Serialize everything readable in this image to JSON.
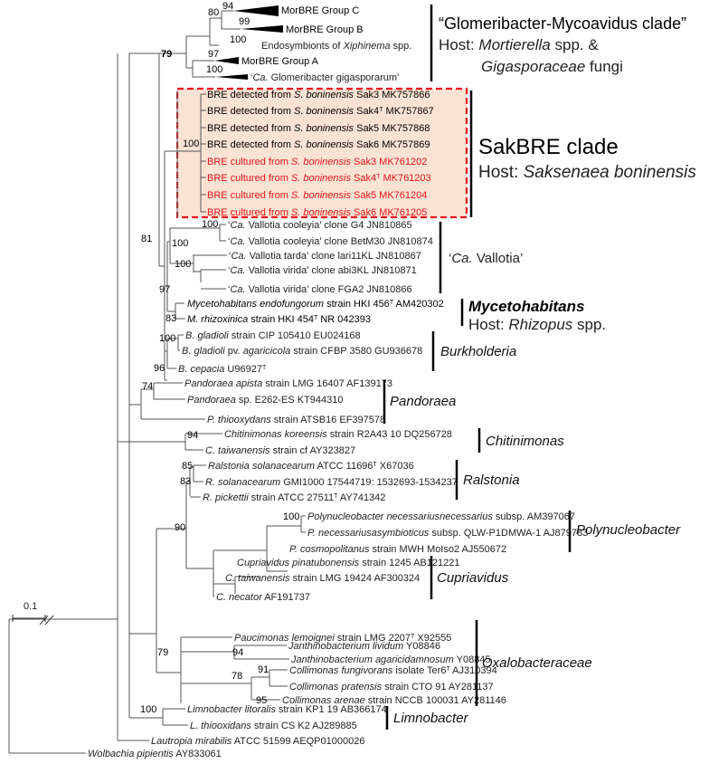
{
  "scale_label": "0.1",
  "taxa": {
    "morbre_c": "MorBRE Group C",
    "morbre_b": "MorBRE Group B",
    "xiphinema": [
      "Endosymbionts of ",
      "Xiphinema",
      " spp."
    ],
    "morbre_a": "MorBRE Group A",
    "glomeribacter": [
      "‘",
      "Ca.",
      " Glomeribacter gigasporarum’"
    ],
    "sakbre": [
      {
        "pre": "BRE detected from ",
        "sp": "S. boninensis",
        "post": " Sak3",
        "sup": "",
        "acc": " MK757866"
      },
      {
        "pre": "BRE detected from ",
        "sp": "S. boninensis",
        "post": " Sak4",
        "sup": "T",
        "acc": " MK757867"
      },
      {
        "pre": "BRE detected from ",
        "sp": "S. boninensis",
        "post": " Sak5",
        "sup": "",
        "acc": " MK757868"
      },
      {
        "pre": "BRE detected from ",
        "sp": "S. boninensis",
        "post": " Sak6",
        "sup": "",
        "acc": " MK757869"
      },
      {
        "pre": "BRE cultured from ",
        "sp": "S. boninensis",
        "post": " Sak3",
        "sup": "",
        "acc": " MK761202"
      },
      {
        "pre": "BRE cultured from ",
        "sp": "S. boninensis",
        "post": " Sak4",
        "sup": "T",
        "acc": " MK761203"
      },
      {
        "pre": "BRE cultured from ",
        "sp": "S. boninensis",
        "post": " Sak5",
        "sup": "",
        "acc": " MK761204"
      },
      {
        "pre": "BRE cultured from ",
        "sp": "S. boninensis",
        "post": " Sak6",
        "sup": "",
        "acc": " MK761205"
      }
    ],
    "vallotia": [
      {
        "a": "‘",
        "b": "Ca.",
        "c": " Vallotia cooleyia’ clone G4 JN810865"
      },
      {
        "a": "‘",
        "b": "Ca.",
        "c": " Vallotia cooleyia’ clone BetM30 JN810874"
      },
      {
        "a": "‘",
        "b": "Ca.",
        "c": " Vallotia tarda’ clone lari11KL JN810867"
      },
      {
        "a": "‘",
        "b": "Ca.",
        "c": " Vallotia virida’ clone abi3KL JN810871"
      },
      {
        "a": "‘",
        "b": "Ca.",
        "c": " Vallotia virida’ clone FGA2 JN810866"
      }
    ],
    "myco_endo": {
      "sp": "Mycetohabitans endofungorum",
      "rest": " strain HKI 456",
      "sup": "T",
      "acc": " AM420302"
    },
    "myco_rhiz": {
      "sp": "M. rhizoxinica",
      "rest": " strain HKI 454",
      "sup": "T",
      "acc": " NR 042393"
    },
    "burk": [
      {
        "sp": "B. gladioli",
        "rest": " strain CIP 105410 EU024168"
      },
      {
        "sp": "B. gladioli",
        "mid": " pv. ",
        "sp2": "agaricicola",
        "rest": " strain CFBP 3580 GU936678"
      },
      {
        "sp": "B. cepacia",
        "sup": "T",
        "rest": " U96927"
      }
    ],
    "pand": [
      {
        "sp": "Pandoraea apista",
        "rest": " strain LMG 16407 AF139173"
      },
      {
        "sp": "Pandoraea",
        "rest": " sp. E262-ES KT944310"
      },
      {
        "sp": "P. thiooxydans",
        "rest": " strain ATSB16 EF397578"
      }
    ],
    "chit": [
      {
        "sp": "Chitinimonas koreensis",
        "rest": " strain R2A43 10 DQ256728"
      },
      {
        "sp": "C. taiwanensis",
        "rest": " strain cf AY323827"
      }
    ],
    "rals": [
      {
        "sp": "Ralstonia solanacearum",
        "rest": " ATCC 11696",
        "sup": "T",
        "acc": " X67036"
      },
      {
        "sp": "R. solanacearum",
        "rest": " GMI1000 17544719: 1532693-1534237"
      },
      {
        "sp": "R. pickettii",
        "rest": " strain ATCC 27511",
        "sup": "T",
        "acc": " AY741342"
      }
    ],
    "poly": [
      {
        "sp": "Polynucleobacter necessarius",
        "rest": " subsp. ",
        "sp2": "necessarius",
        "acc": " AM397067"
      },
      {
        "sp": "P. necessarius",
        "rest": " subsp. ",
        "sp2": "asymbioticus",
        "acc": " QLW-P1DMWA-1 AJ879783"
      },
      {
        "sp": "P. cosmopolitanus",
        "rest": " strain MWH MoIso2 AJ550672"
      }
    ],
    "cupr": [
      {
        "sp": "Cupriavidus pinatubonensis",
        "rest": " strain 1245 AB121221"
      },
      {
        "sp": "C. taiwanensis",
        "rest": " strain LMG 19424 AF300324"
      },
      {
        "sp": "C. necator",
        "rest": " AF191737"
      }
    ],
    "pauci": {
      "sp": "Paucimonas lemoignei",
      "rest": " strain LMG 2207",
      "sup": "T",
      "acc": " X92555"
    },
    "oxal": [
      {
        "sp": "Janthinobacterium lividum",
        "rest": " Y08846"
      },
      {
        "sp": "Janthinobacterium agaricidamnosum",
        "rest": " Y08845"
      },
      {
        "sp": "Collimonas fungivorans",
        "rest": " isolate Ter6",
        "sup": "T",
        "acc": " AJ310394"
      },
      {
        "sp": "Collimonas pratensis",
        "rest": " strain CTO 91 AY281137"
      },
      {
        "sp": "Collimonas arenae",
        "rest": " strain NCCB 100031 AY281146"
      }
    ],
    "limno": [
      {
        "sp": "Limnobacter litoralis",
        "rest": " strain KP1 19 AB366174"
      },
      {
        "sp": "L. thiooxidans",
        "rest": " strain CS K2 AJ289885"
      }
    ],
    "lautropia": {
      "sp": "Lautropia mirabilis",
      "rest": " ATCC 51599 AEQP01000026"
    },
    "wolbachia": {
      "sp": "Wolbachia pipientis",
      "rest": " AY833061"
    }
  },
  "bootstrap": {
    "b80": "80",
    "b94": "94",
    "b99": "99",
    "b100a": "100",
    "b97": "97",
    "b79": "79",
    "b100b": "100",
    "b100sak": "100",
    "b100v1": "100",
    "b100v2": "100",
    "b100v3": "100",
    "b97v": "97",
    "b81": "81",
    "b83": "83",
    "b100burk": "100",
    "b96": "96",
    "b74": "74",
    "b94chit": "94",
    "b85": "85",
    "b83r": "83",
    "b90": "90",
    "b100poly": "100",
    "b79o": "79",
    "b94o": "94",
    "b78": "78",
    "b91": "91",
    "b95": "95",
    "b100l": "100"
  },
  "clades": {
    "glom_title": "“Glomeribacter-Mycoavidus clade”",
    "glom_host_pre": "Host: ",
    "glom_host_sp1": "Mortierella",
    "glom_host_mid": " spp. &",
    "glom_host_sp2": "Gigasporaceae",
    "glom_host_post": " fungi",
    "sak_title": "SakBRE clade",
    "sak_host_pre": "Host: ",
    "sak_host_sp": "Saksenaea boninensis",
    "vallotia_pre": "‘",
    "vallotia_ca": "Ca.",
    "vallotia_post": " Vallotia’",
    "myco_title": "Mycetohabitans",
    "myco_host_pre": "Host: ",
    "myco_host_sp": "Rhizopus",
    "myco_host_post": " spp.",
    "burkholderia": "Burkholderia",
    "pandoraea": "Pandoraea",
    "chitinimonas": "Chitinimonas",
    "ralstonia": "Ralstonia",
    "polynucleobacter": "Polynucleobacter",
    "cupriavidus": "Cupriavidus",
    "oxalobacteraceae": "Oxalobacteraceae",
    "limnobacter": "Limnobacter"
  },
  "colors": {
    "red": "#e8141e",
    "highlight_fill": "#fbe3d3",
    "branch": "#555555"
  }
}
